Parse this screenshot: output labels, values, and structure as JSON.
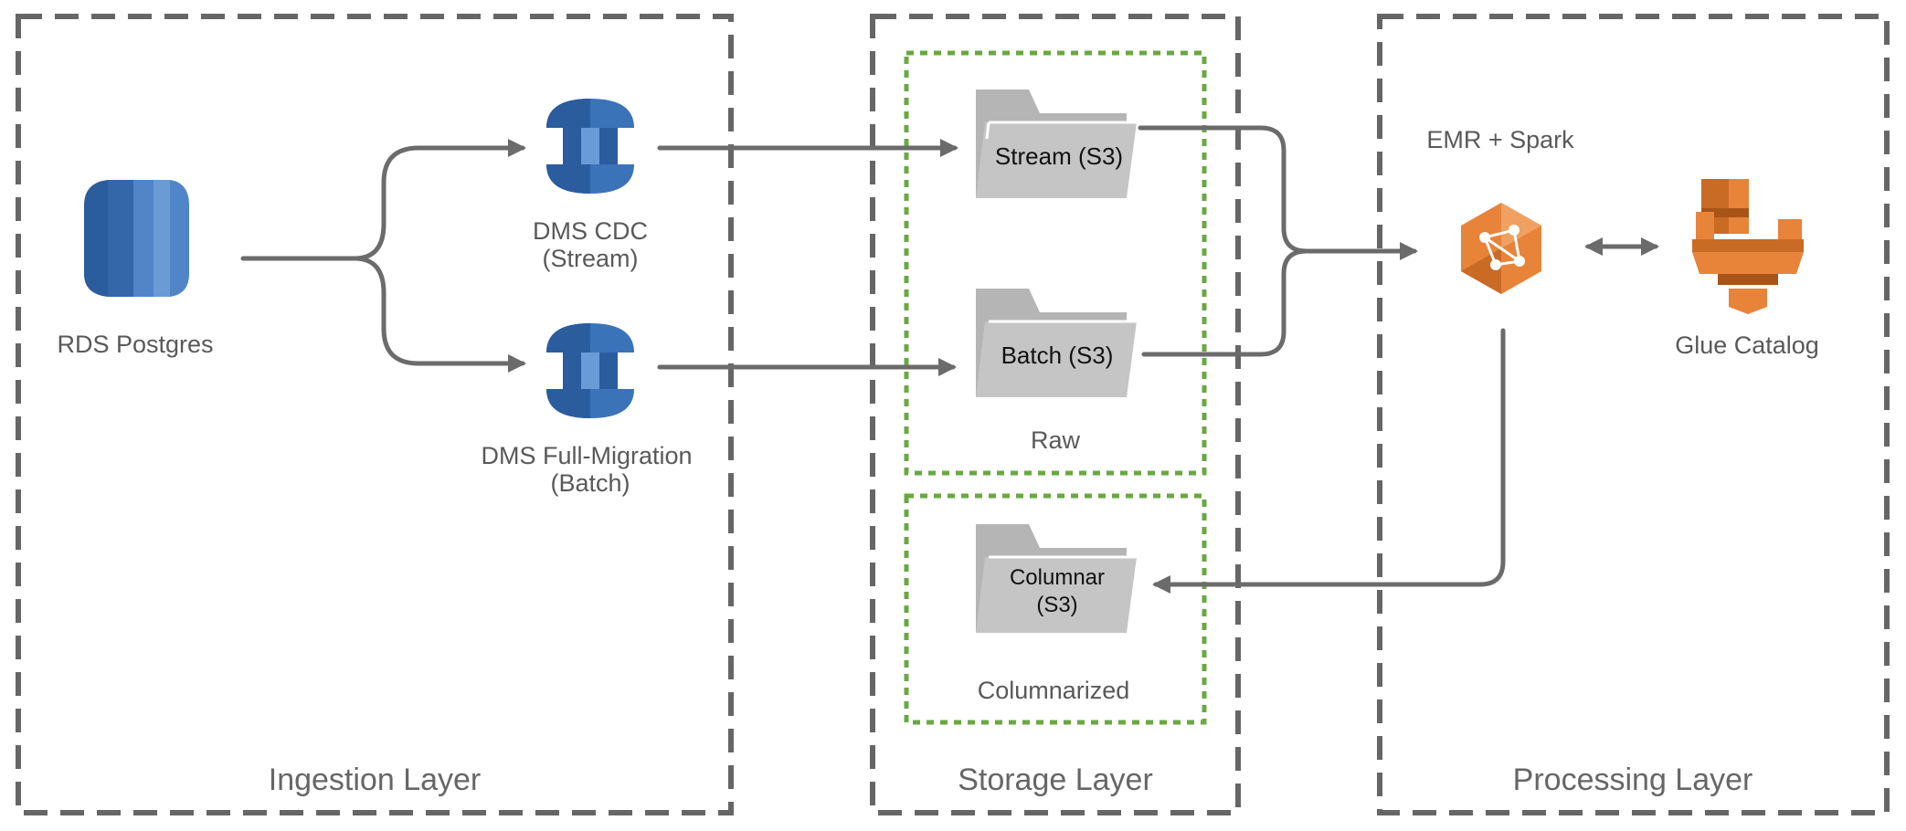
{
  "layers": {
    "ingestion": "Ingestion Layer",
    "storage": "Storage Layer",
    "processing": "Processing Layer"
  },
  "groups": {
    "raw": "Raw",
    "columnarized": "Columnarized"
  },
  "nodes": {
    "rds": "RDS Postgres",
    "dms_cdc_line1": "DMS CDC",
    "dms_cdc_line2": "(Stream)",
    "dms_full_line1": "DMS Full-Migration",
    "dms_full_line2": "(Batch)",
    "stream_s3": "Stream (S3)",
    "batch_s3": "Batch (S3)",
    "columnar_line1": "Columnar",
    "columnar_line2": "(S3)",
    "emr": "EMR + Spark",
    "glue": "Glue Catalog"
  },
  "colors": {
    "layer_border": "#666666",
    "group_border": "#6aa842",
    "arrow": "#6b6b6b",
    "aws_blue": "#3b73b9",
    "aws_orange": "#e8833a",
    "folder": "#b5b5b5"
  },
  "icons": {
    "rds": "database-icon",
    "dms": "database-migration-icon",
    "s3": "folder-icon",
    "emr": "emr-cluster-icon",
    "glue": "glue-catalog-icon"
  }
}
